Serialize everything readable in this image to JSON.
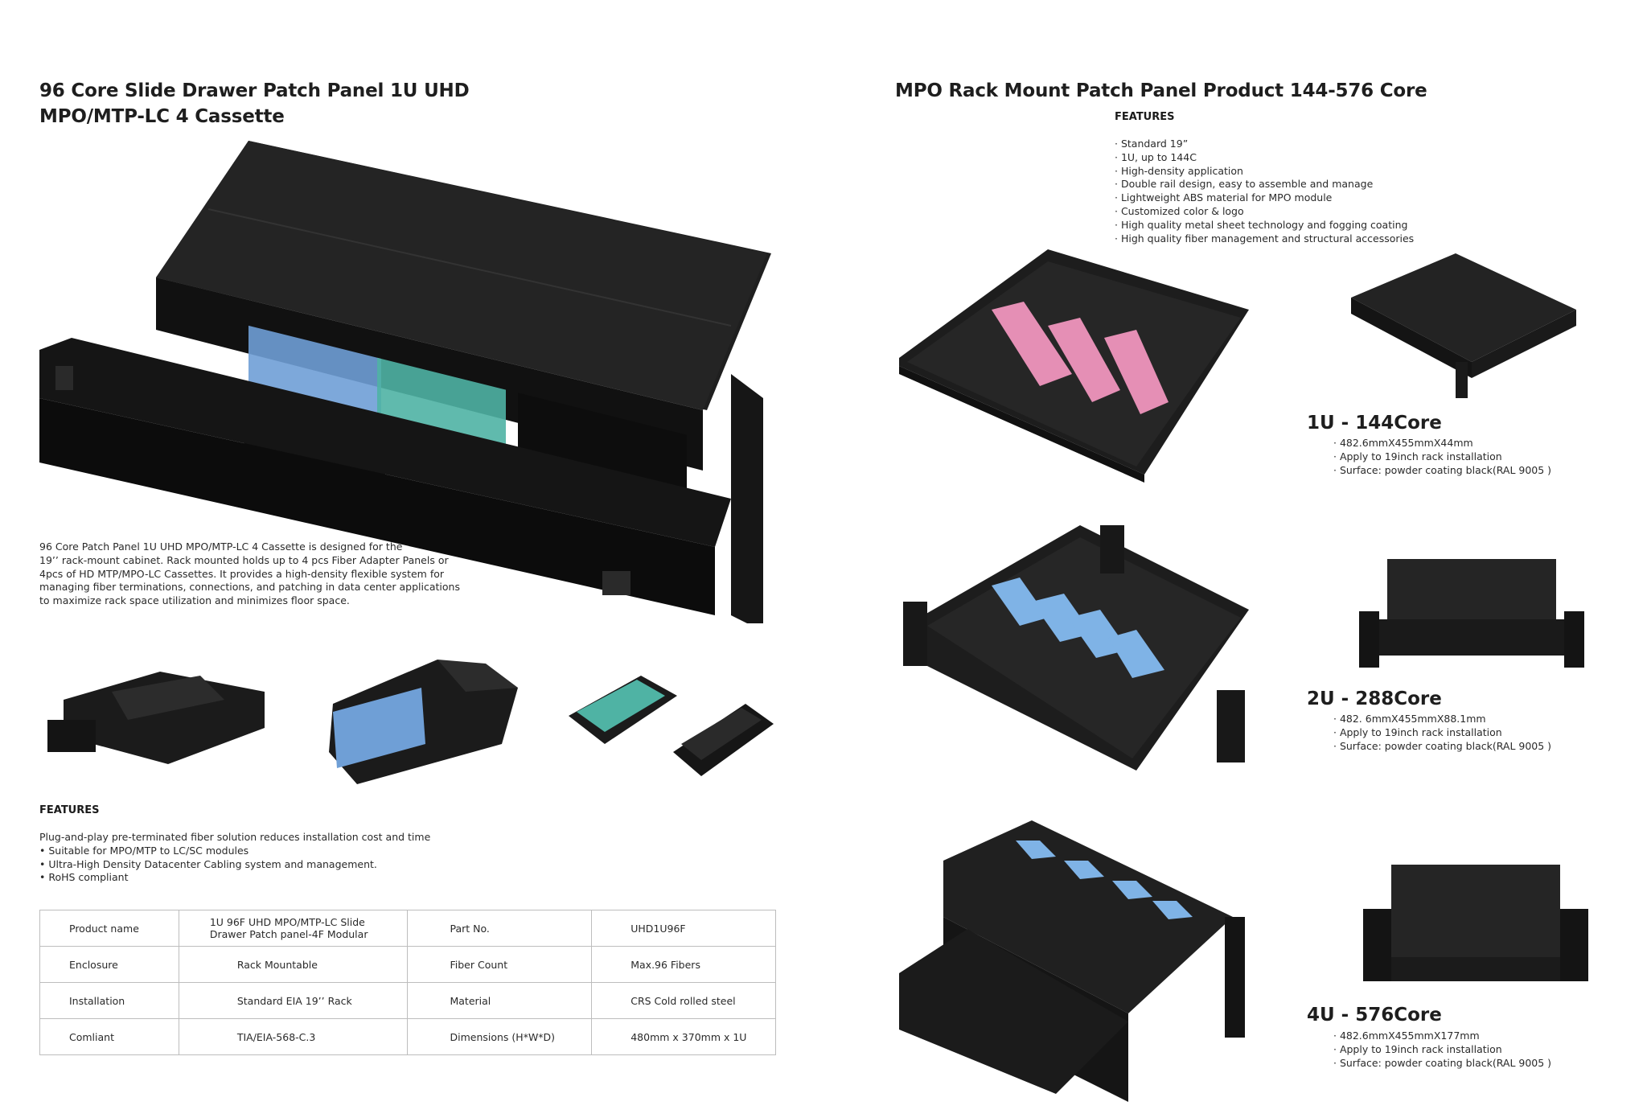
{
  "left": {
    "title_line1": "96 Core Slide Drawer Patch Panel 1U UHD",
    "title_line2": "MPO/MTP-LC 4 Cassette",
    "description": [
      "96 Core Patch Panel 1U UHD MPO/MTP-LC 4 Cassette is designed for the",
      "19’’ rack-mount cabinet. Rack mounted holds up to 4 pcs Fiber Adapter Panels or",
      "4pcs of HD MTP/MPO-LC Cassettes. It provides a high-density flexible system for",
      "managing fiber terminations, connections, and patching in data center applications",
      "to maximize rack space utilization and minimizes floor space."
    ],
    "features_heading": "FEATURES",
    "features": [
      "Plug-and-play pre-terminated fiber solution reduces installation cost and time",
      "• Suitable for MPO/MTP to LC/SC modules",
      "• Ultra-High Density Datacenter Cabling system and management.",
      "• RoHS compliant"
    ],
    "spec_table": [
      [
        "Product name",
        "1U 96F UHD MPO/MTP-LC Slide Drawer Patch panel-4F Modular",
        "Part No.",
        "UHD1U96F"
      ],
      [
        "Enclosure",
        "Rack Mountable",
        "Fiber Count",
        "Max.96 Fibers"
      ],
      [
        "Installation",
        "Standard EIA 19’’ Rack",
        "Material",
        "CRS Cold rolled steel"
      ],
      [
        "Comliant",
        "TIA/EIA-568-C.3",
        "Dimensions (H*W*D)",
        "480mm x 370mm x 1U"
      ]
    ]
  },
  "right": {
    "title": "MPO Rack Mount Patch Panel Product 144-576 Core",
    "features_heading": "FEATURES",
    "features": [
      "· Standard 19”",
      "· 1U, up to 144C",
      "· High-density application",
      "· Double rail design, easy to assemble and manage",
      "· Lightweight ABS material for MPO module",
      "· Customized color & logo",
      "· High quality metal sheet technology and fogging coating",
      "· High quality fiber management and structural accessories"
    ],
    "variants": [
      {
        "title": "1U - 144Core",
        "specs": [
          "· 482.6mmX455mmX44mm",
          "· Apply to 19inch rack installation",
          "· Surface: powder coating black(RAL 9005 )"
        ]
      },
      {
        "title": "2U - 288Core",
        "specs": [
          "· 482. 6mmX455mmX88.1mm",
          "· Apply to 19inch rack installation",
          "· Surface: powder coating black(RAL 9005 )"
        ]
      },
      {
        "title": "4U - 576Core",
        "specs": [
          "· 482.6mmX455mmX177mm",
          "· Apply to 19inch rack installation",
          "· Surface: powder coating black(RAL 9005 )"
        ]
      }
    ]
  },
  "colors": {
    "panel_black": "#1c1c1c",
    "adapter_blue": "#7fb3e6",
    "adapter_aqua": "#58c2b3",
    "adapter_pink": "#e58fb5"
  }
}
